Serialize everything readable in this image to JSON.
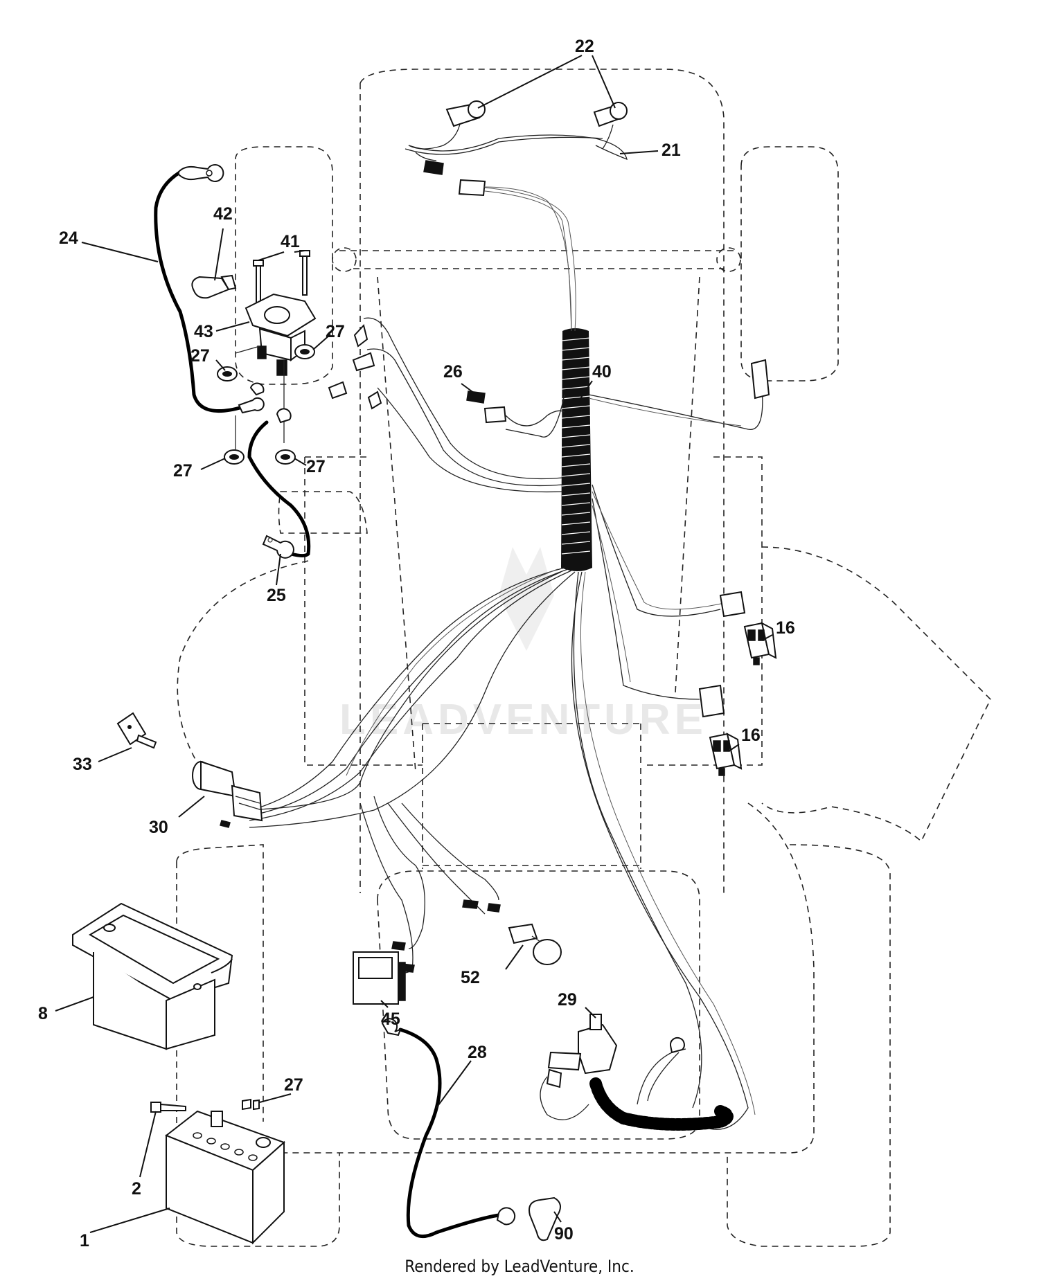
{
  "diagram": {
    "watermark": "LEADVENTURE",
    "footer": "Rendered by LeadVenture, Inc.",
    "callouts": {
      "c22": "22",
      "c21": "21",
      "c24": "24",
      "c42": "42",
      "c41": "41",
      "c43": "43",
      "c27a": "27",
      "c27b": "27",
      "c27c": "27",
      "c27d": "27",
      "c26": "26",
      "c40": "40",
      "c25": "25",
      "c16a": "16",
      "c16b": "16",
      "c33": "33",
      "c30": "30",
      "c8": "8",
      "c45": "45",
      "c52": "52",
      "c29": "29",
      "c28": "28",
      "c27e": "27",
      "c2": "2",
      "c1": "1",
      "c90": "90"
    }
  }
}
